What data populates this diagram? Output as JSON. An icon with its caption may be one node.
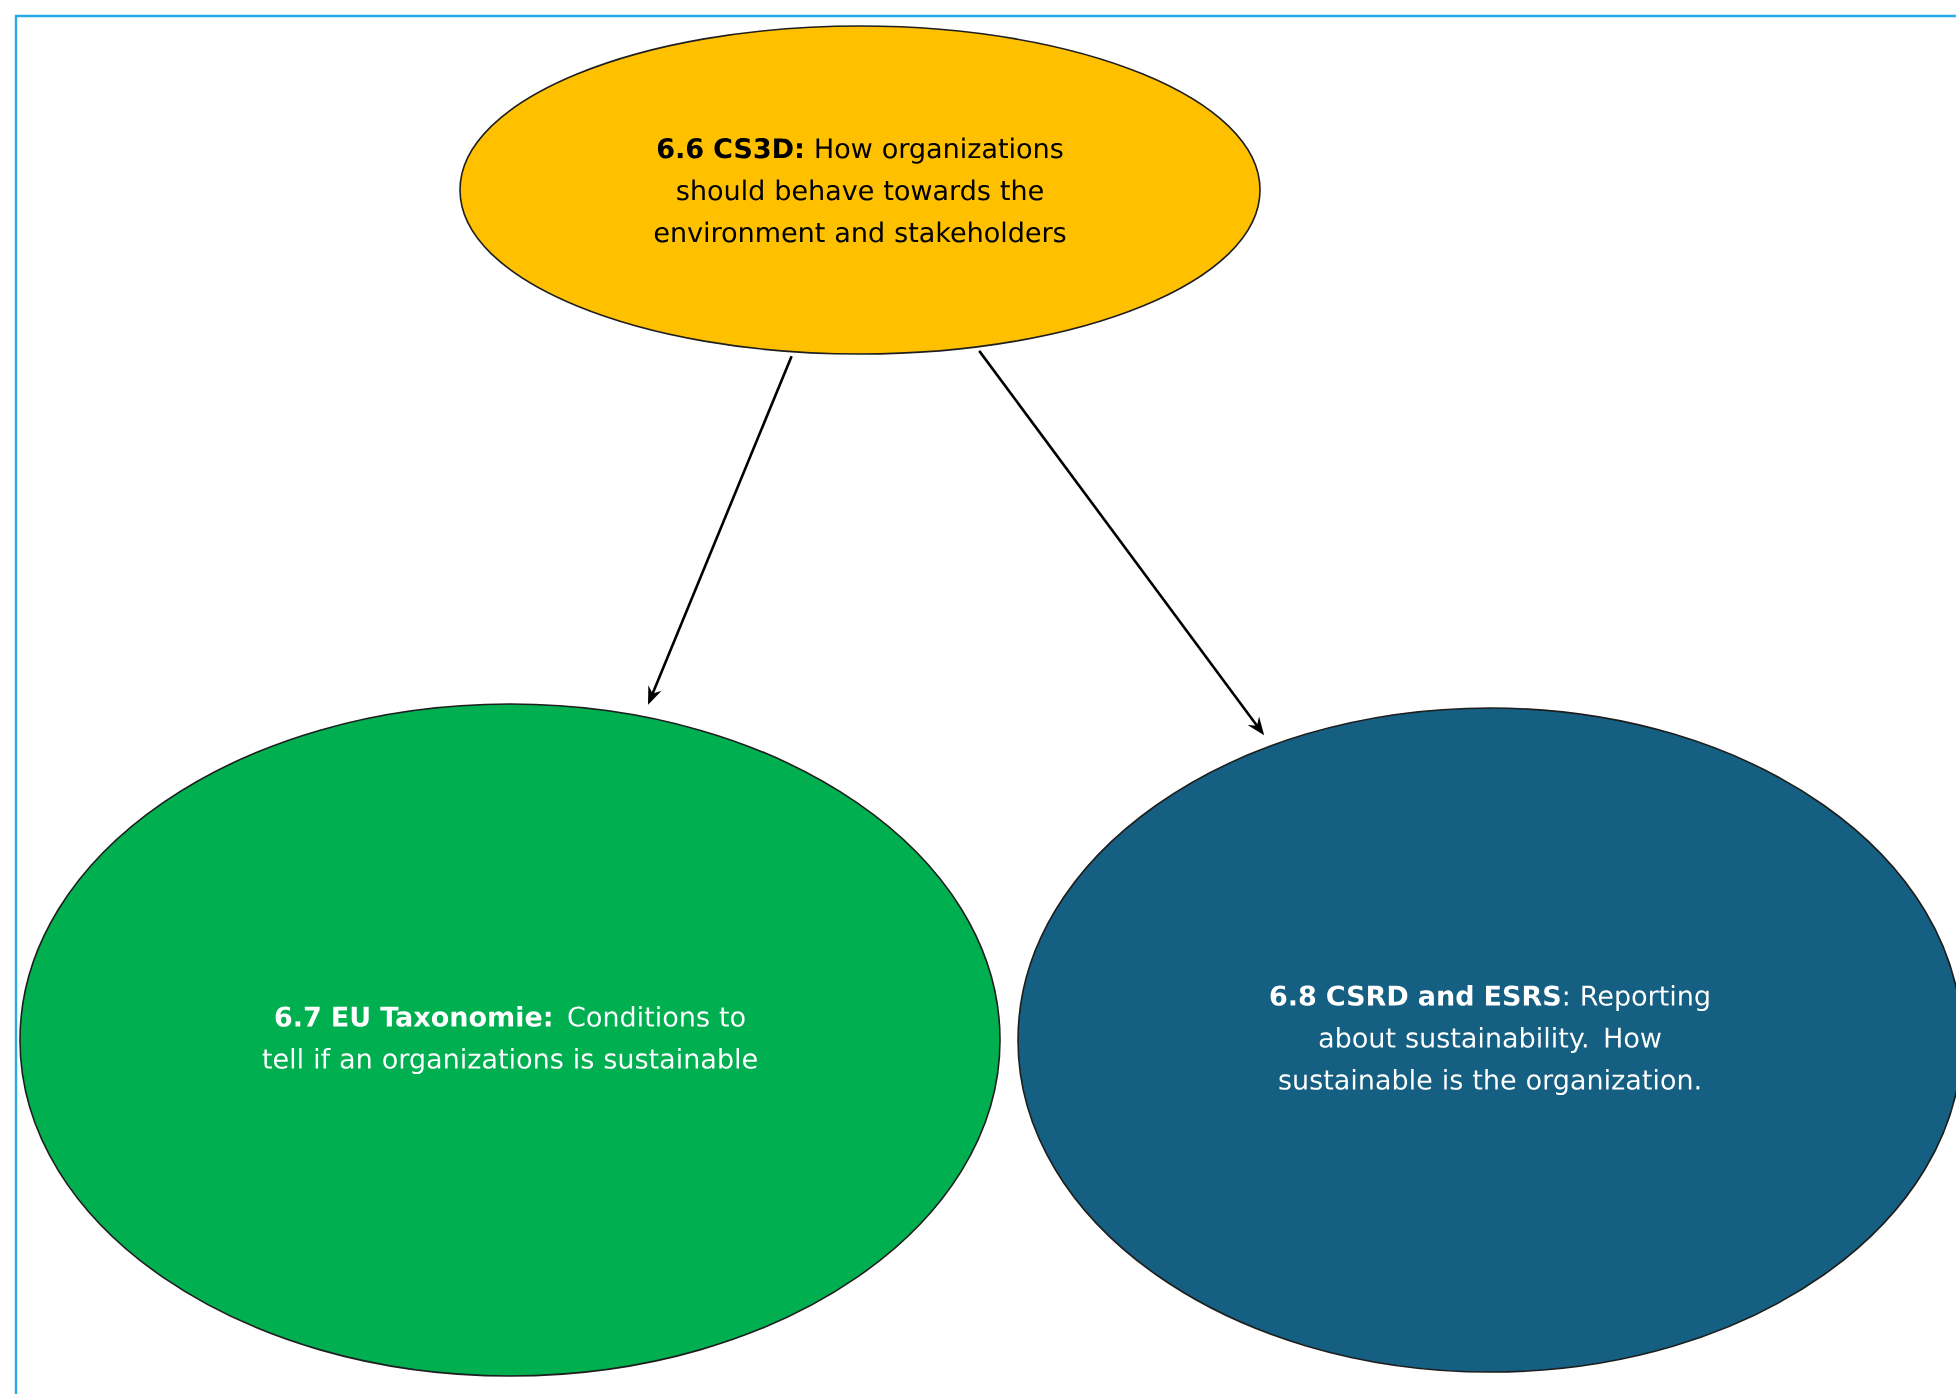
{
  "diagram": {
    "nodes": [
      {
        "text": [
          "**6.6 CS3D:** How organizations should behave towards the environment and stakeholders"
        ]
      },
      {
        "text": [
          "**6.7 EU Taxonomie:** Conditions to tell if an organizations is sustainable"
        ]
      },
      {
        "text": [
          "**6.8 CSRD and ESRS**: Reporting about sustainability. How sustainable is the organization."
        ]
      }
    ],
    "edges": [
      {
        "from": 0,
        "to": 1,
        "arrow": "to"
      },
      {
        "from": 0,
        "to": 2,
        "arrow": "to"
      }
    ]
  }
}
